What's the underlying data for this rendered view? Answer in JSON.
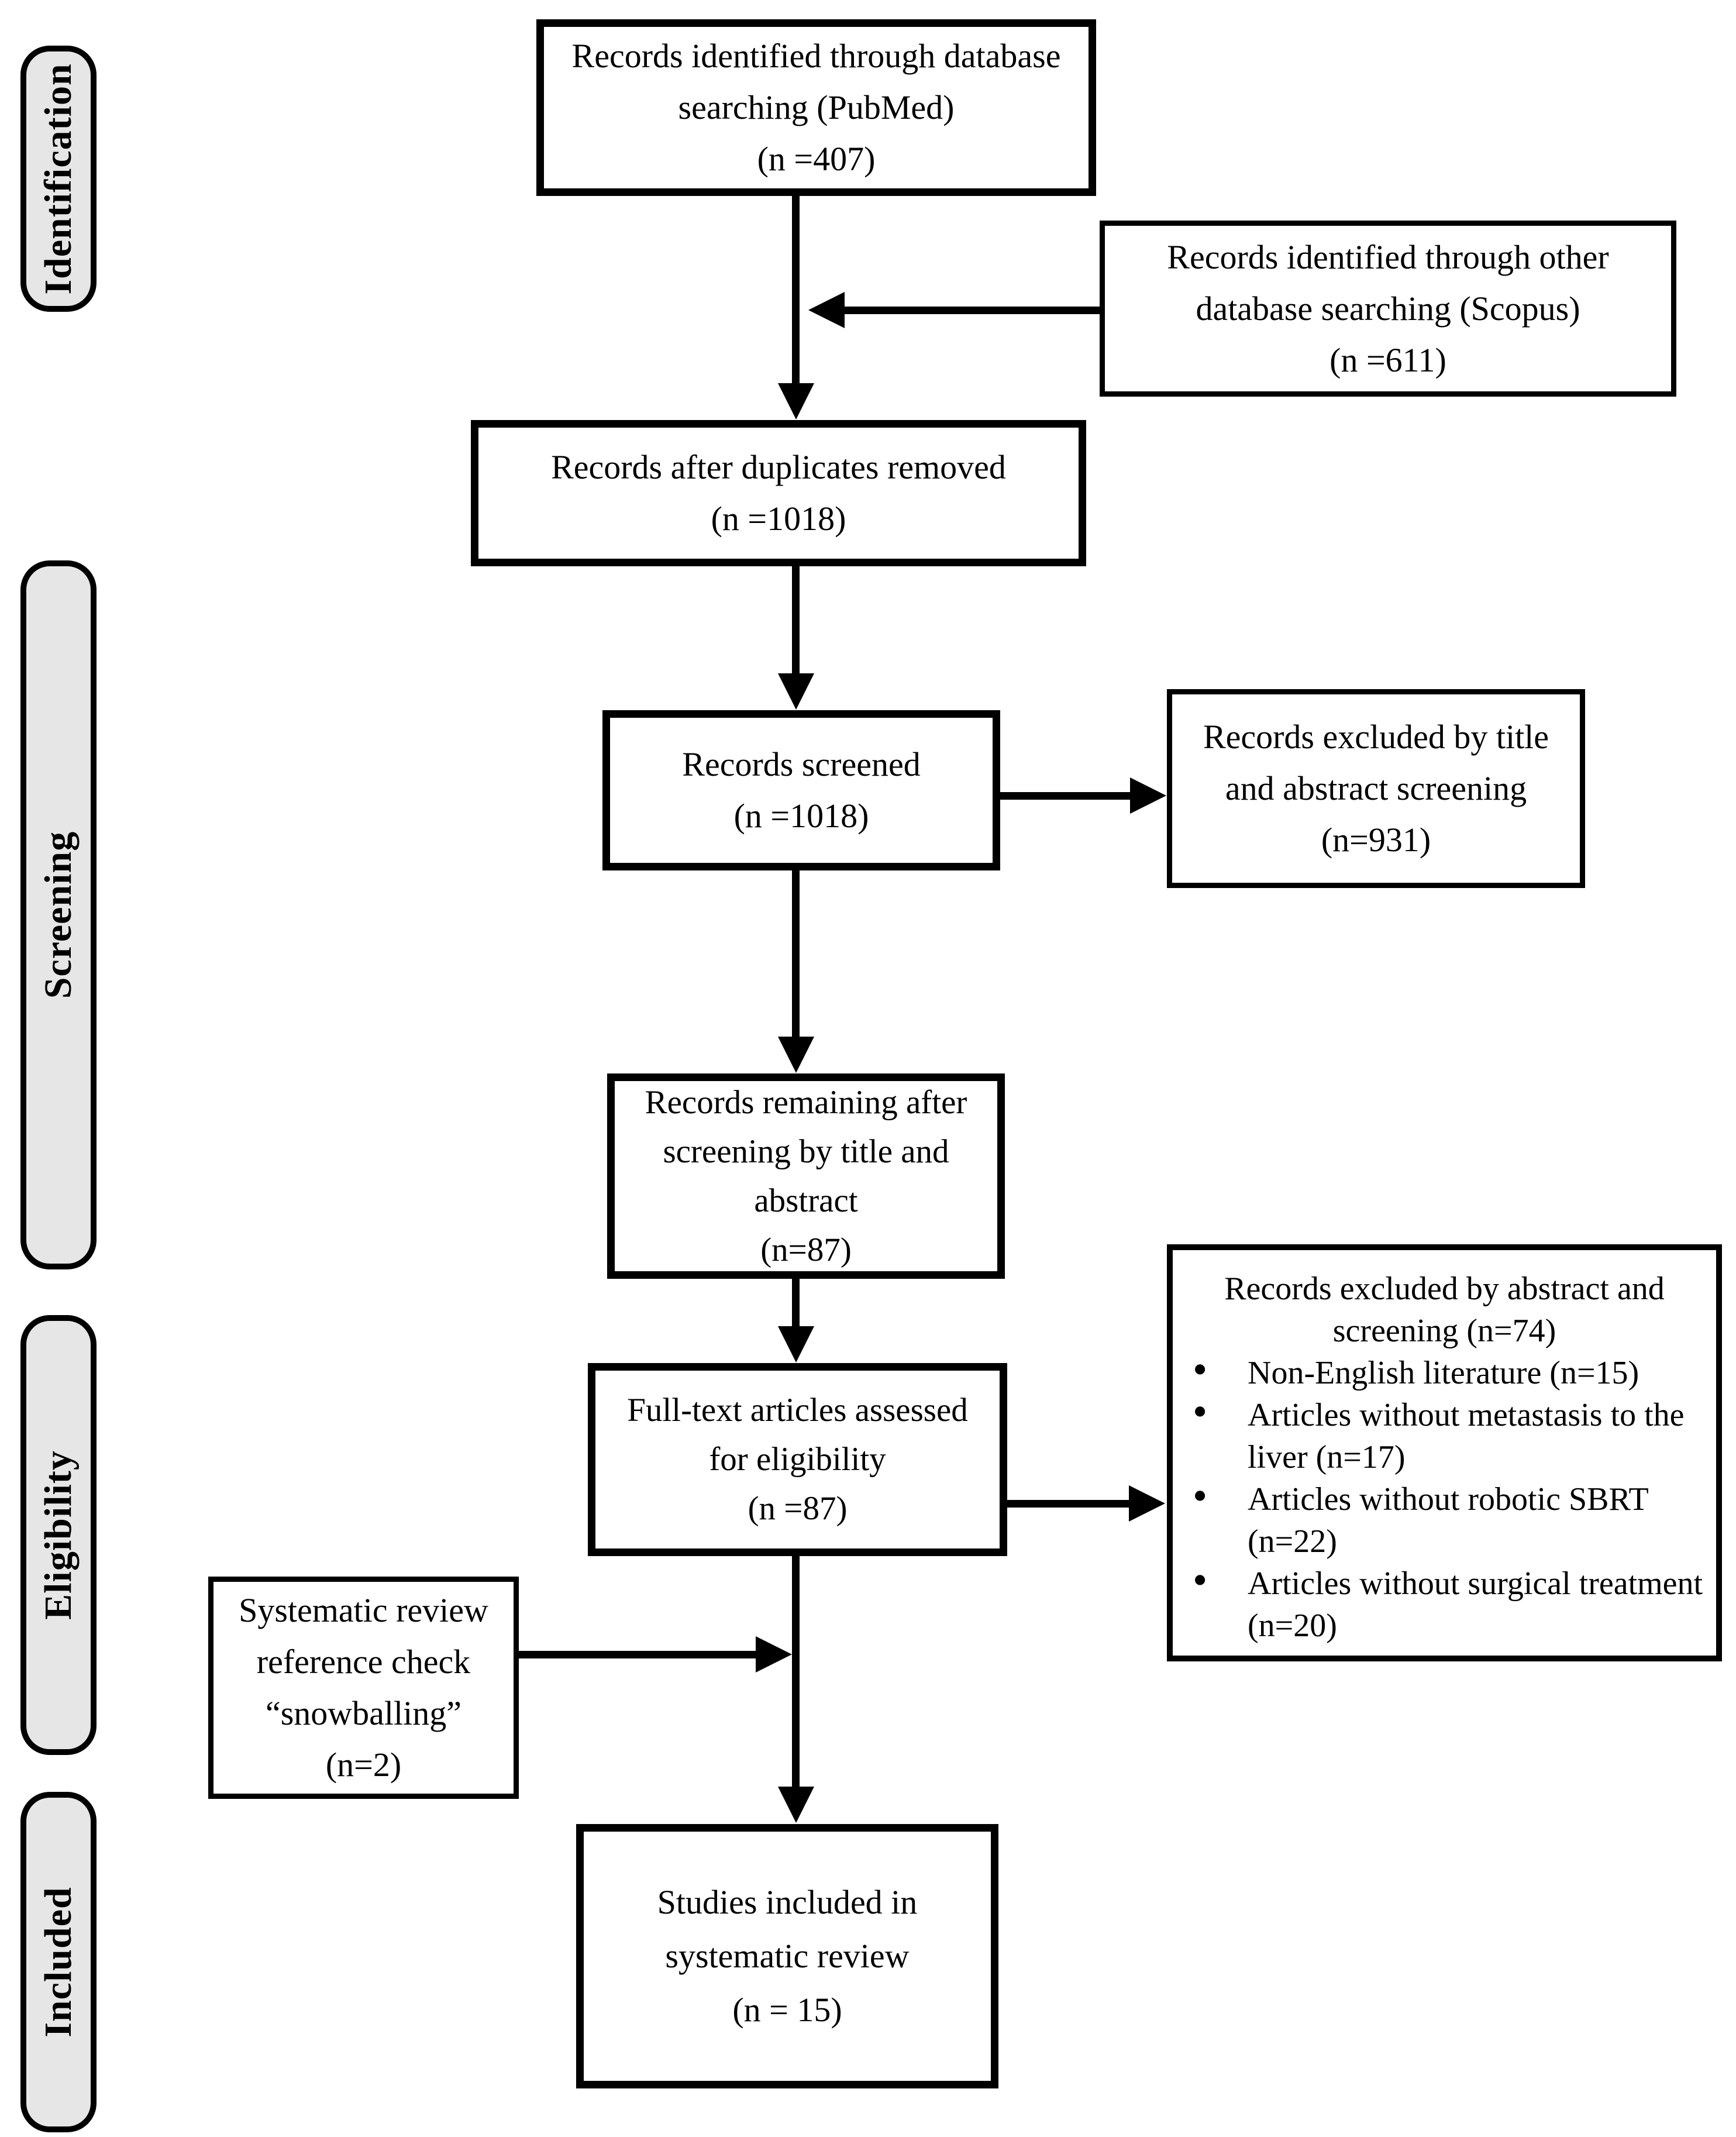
{
  "figure": {
    "type": "prisma-flow-diagram",
    "background_color": "#ffffff",
    "line_color": "#000000",
    "stage_fill_color": "#e6e6e6"
  },
  "sidebar": {
    "stages": [
      {
        "label": "Identification"
      },
      {
        "label": "Screening"
      },
      {
        "label": "Eligibility"
      },
      {
        "label": "Included"
      }
    ]
  },
  "boxes": {
    "pubmed": {
      "lines": [
        "Records identified through database",
        "searching (PubMed)",
        "(n =407)"
      ]
    },
    "scopus": {
      "lines": [
        "Records identified through other",
        "database searching (Scopus)",
        "(n =611)"
      ]
    },
    "duplicates": {
      "lines": [
        "Records after duplicates removed",
        "(n =1018)"
      ]
    },
    "screened": {
      "lines": [
        "Records screened",
        "(n =1018)"
      ]
    },
    "excluded_title_abstract": {
      "lines": [
        "Records excluded by title",
        "and abstract screening",
        "(n=931)"
      ]
    },
    "remaining": {
      "lines": [
        "Records remaining after",
        "screening by title and",
        "abstract",
        "(n=87)"
      ]
    },
    "fulltext": {
      "lines": [
        "Full-text articles assessed",
        "for eligibility",
        "(n =87)"
      ]
    },
    "excluded_fulltext": {
      "title": "Records excluded by abstract and screening (n=74)",
      "items": [
        "Non-English literature (n=15)",
        "Articles without metastasis to the liver (n=17)",
        "Articles without robotic SBRT (n=22)",
        "Articles without surgical treatment (n=20)"
      ]
    },
    "snowballing": {
      "lines": [
        "Systematic review",
        "reference check",
        "“snowballing”",
        "(n=2)"
      ]
    },
    "included_studies": {
      "lines": [
        "Studies included in",
        "systematic review",
        "(n = 15)"
      ]
    }
  }
}
